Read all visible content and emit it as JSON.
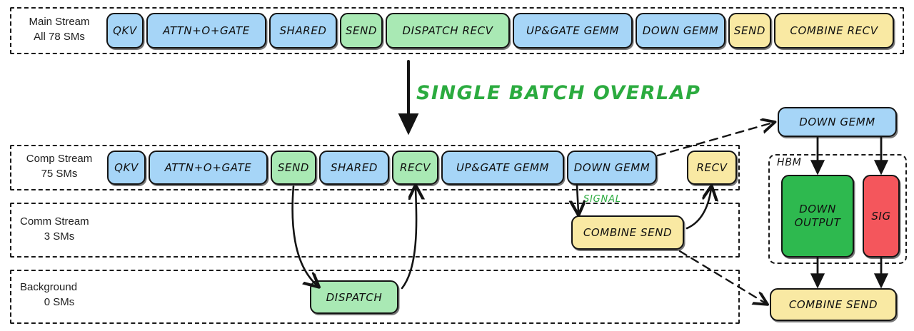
{
  "title_annotation": "SINGLE BATCH OVERLAP",
  "signal_annotation": "SIGNAL",
  "hbm_annotation": "HBM",
  "lanes": {
    "main": {
      "name": "Main Stream",
      "sms": "All 78 SMs"
    },
    "comp": {
      "name": "Comp Stream",
      "sms": "75 SMs"
    },
    "comm": {
      "name": "Comm Stream",
      "sms": "3 SMs"
    },
    "background": {
      "name": "Background",
      "sms": "0 SMs"
    }
  },
  "main_stream_boxes": [
    {
      "label": "QKV",
      "color": "blue"
    },
    {
      "label": "ATTN+O+GATE",
      "color": "blue"
    },
    {
      "label": "SHARED",
      "color": "blue"
    },
    {
      "label": "SEND",
      "color": "green"
    },
    {
      "label": "DISPATCH RECV",
      "color": "green"
    },
    {
      "label": "UP&GATE GEMM",
      "color": "blue"
    },
    {
      "label": "DOWN GEMM",
      "color": "blue"
    },
    {
      "label": "SEND",
      "color": "yellow"
    },
    {
      "label": "COMBINE RECV",
      "color": "yellow"
    }
  ],
  "comp_stream_boxes": [
    {
      "label": "QKV",
      "color": "blue"
    },
    {
      "label": "ATTN+O+GATE",
      "color": "blue"
    },
    {
      "label": "SEND",
      "color": "green"
    },
    {
      "label": "SHARED",
      "color": "blue"
    },
    {
      "label": "RECV",
      "color": "green"
    },
    {
      "label": "UP&GATE GEMM",
      "color": "blue"
    },
    {
      "label": "DOWN GEMM",
      "color": "blue"
    },
    {
      "label": "RECV",
      "color": "yellow"
    }
  ],
  "comm_stream_boxes": [
    {
      "label": "COMBINE SEND",
      "color": "yellow"
    }
  ],
  "background_boxes": [
    {
      "label": "DISPATCH",
      "color": "green"
    }
  ],
  "detail_panel": {
    "down_gemm": "DOWN GEMM",
    "down_output": "DOWN OUTPUT",
    "sig": "SIG",
    "combine_send": "COMBINE SEND"
  },
  "colors": {
    "blue": "#a6d5f7",
    "green": "#a9e9b4",
    "yellow": "#f9e9a3",
    "green_dark": "#2eb94f",
    "red": "#f4565c",
    "accent_green_text": "#2bab3f",
    "stroke": "#141414"
  }
}
